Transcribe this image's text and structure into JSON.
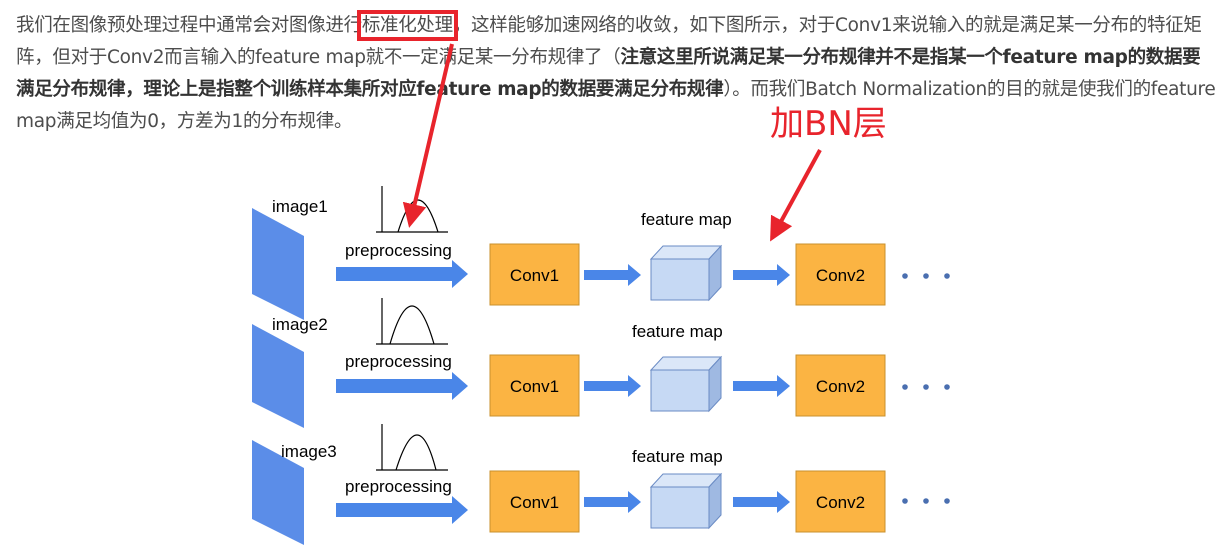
{
  "paragraph": {
    "p1": "我们在图像预处理过程中通常会对图像进行",
    "highlight": "标准化处理",
    "p2": "，这样能够加速网络的收敛，如下图所示，对于Conv1来说输入的就是满足某一分布的特征矩阵，但对于Conv2而言输入的feature map就不一定满足某一分布规律了（",
    "bold": "注意这里所说满足某一分布规律并不是指某一个feature map的数据要满足分布规律，理论上是指整个训练样本集所对应feature map的数据要满足分布规律",
    "p3": "）。而我们Batch Normalization的目的就是使我们的feature map满足均值为0，方差为1的分布规律。"
  },
  "annotation": {
    "bn_label": "加BN层",
    "color": "#e8242c"
  },
  "diagram": {
    "preprocessing_label": "preprocessing",
    "conv1_label": "Conv1",
    "conv2_label": "Conv2",
    "feature_map_label": "feature map",
    "rows": [
      {
        "image": "image1"
      },
      {
        "image": "image2"
      },
      {
        "image": "image3"
      }
    ],
    "colors": {
      "conv_fill": "#fbb443",
      "image_fill": "#5b8de8",
      "arrow_fill": "#4a86e8",
      "cube_fill": "#c6d9f4"
    }
  }
}
